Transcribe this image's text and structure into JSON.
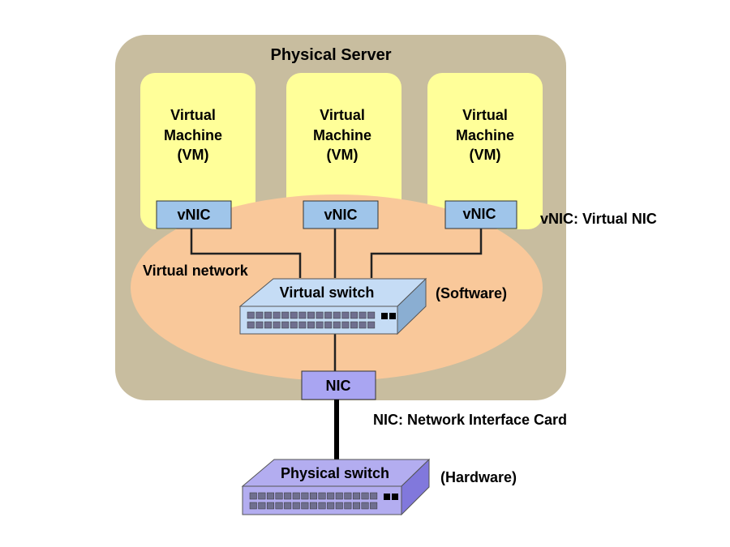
{
  "server": {
    "title": "Physical Server"
  },
  "vms": [
    {
      "line1": "Virtual",
      "line2": "Machine",
      "line3": "(VM)",
      "nic": "vNIC"
    },
    {
      "line1": "Virtual",
      "line2": "Machine",
      "line3": "(VM)",
      "nic": "vNIC"
    },
    {
      "line1": "Virtual",
      "line2": "Machine",
      "line3": "(VM)",
      "nic": "vNIC"
    }
  ],
  "legend": {
    "vnic": "vNIC: Virtual NIC",
    "nic": "NIC: Network Interface Card"
  },
  "virtual_network": {
    "label": "Virtual network"
  },
  "virtual_switch": {
    "label": "Virtual switch",
    "note": "(Software)"
  },
  "nic": {
    "label": "NIC"
  },
  "physical_switch": {
    "label": "Physical switch",
    "note": "(Hardware)"
  },
  "colors": {
    "server": "#c8bd9f",
    "vm": "#ffff99",
    "network": "#f9c89a",
    "vnic": "#9fc5ea",
    "virtual_switch": "#c5dcf5",
    "virtual_switch_side": "#8aaed2",
    "nic": "#a9a5f2",
    "physical_switch": "#b3adf0",
    "physical_switch_side": "#8178dc",
    "port": "#6f6f8f"
  }
}
